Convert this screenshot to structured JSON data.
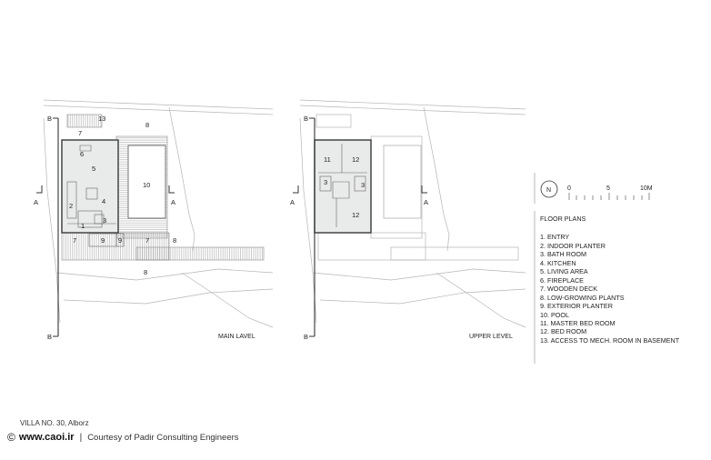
{
  "plan_labels": {
    "main": "MAIN LAVEL",
    "upper": "UPPER LEVEL"
  },
  "section_marks": {
    "a": "A",
    "b": "B"
  },
  "scale": {
    "north": "N",
    "ticks": [
      "0",
      "5",
      "10M"
    ]
  },
  "main_level_numbers": [
    "13",
    "7",
    "8",
    "6",
    "5",
    "10",
    "2",
    "4",
    "1",
    "3",
    "7",
    "9",
    "9",
    "7",
    "8",
    "8"
  ],
  "upper_level_numbers": [
    "11",
    "12",
    "3",
    "3",
    "12"
  ],
  "legend": {
    "title": "FLOOR PLANS",
    "items": [
      "1. ENTRY",
      "2. INDOOR PLANTER",
      "3. BATH ROOM",
      "4. KITCHEN",
      "5. LIVING AREA",
      "6. FIREPLACE",
      "7. WOODEN DECK",
      "8. LOW-GROWING PLANTS",
      "9. EXTERIOR PLANTER",
      "10. POOL",
      "11. MASTER BED ROOM",
      "12. BED ROOM",
      "13. ACCESS TO MECH. ROOM IN BASEMENT"
    ]
  },
  "footer": {
    "title": "VILLA NO. 30, Alborz",
    "copyright_symbol": "©",
    "site": "www.caoi.ir",
    "separator": "|",
    "credit": "Courtesy of Padir Consulting Engineers"
  },
  "colors": {
    "line": "#555555",
    "light_line": "#b0b0b0",
    "interior_fill": "#e9eaea",
    "text": "#222222"
  }
}
